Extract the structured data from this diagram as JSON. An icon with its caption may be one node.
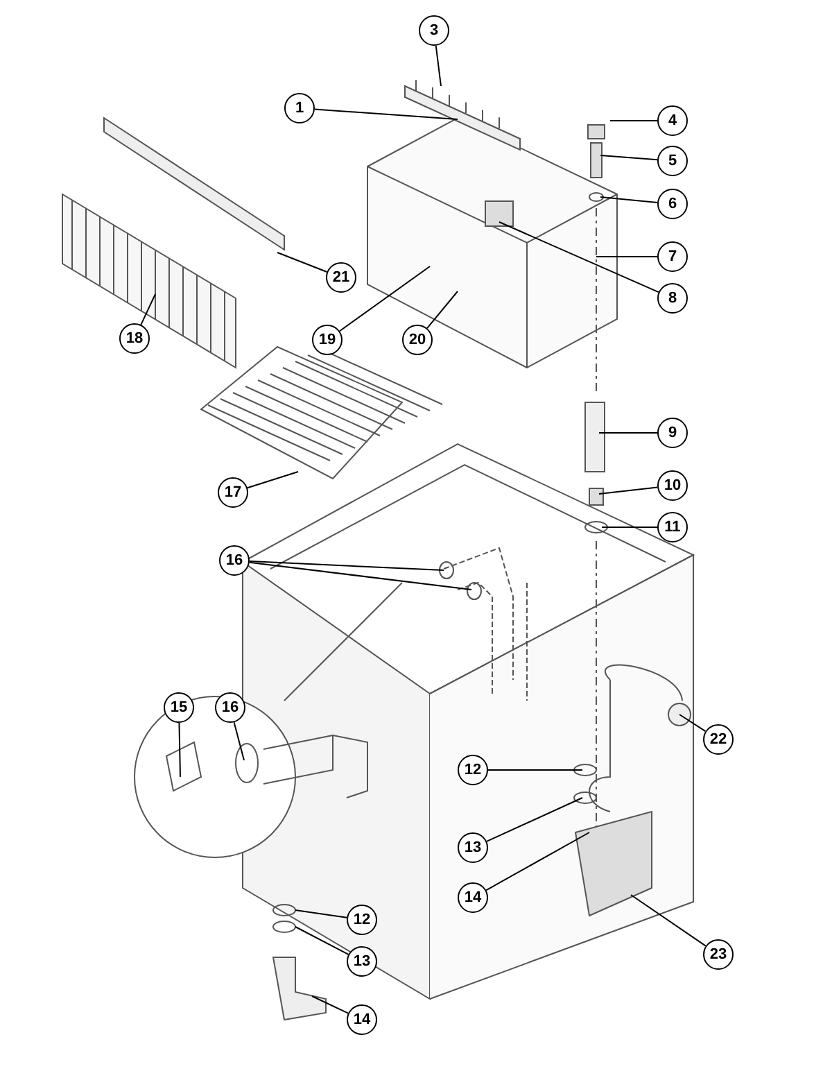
{
  "diagram": {
    "nodes": [
      {
        "text": [
          "3"
        ]
      },
      {
        "text": [
          "1"
        ]
      },
      {
        "text": [
          "4"
        ]
      },
      {
        "text": [
          "5"
        ]
      },
      {
        "text": [
          "6"
        ]
      },
      {
        "text": [
          "7"
        ]
      },
      {
        "text": [
          "21"
        ]
      },
      {
        "text": [
          "8"
        ]
      },
      {
        "text": [
          "18"
        ]
      },
      {
        "text": [
          "19"
        ]
      },
      {
        "text": [
          "20"
        ]
      },
      {
        "text": [
          "9"
        ]
      },
      {
        "text": [
          "17"
        ]
      },
      {
        "text": [
          "10"
        ]
      },
      {
        "text": [
          "11"
        ]
      },
      {
        "text": [
          "16"
        ]
      },
      {
        "text": [
          "15"
        ]
      },
      {
        "text": [
          "16"
        ]
      },
      {
        "text": [
          "22"
        ]
      },
      {
        "text": [
          "12"
        ]
      },
      {
        "text": [
          "13"
        ]
      },
      {
        "text": [
          "14"
        ]
      },
      {
        "text": [
          "12"
        ]
      },
      {
        "text": [
          "23"
        ]
      },
      {
        "text": [
          "13"
        ]
      },
      {
        "text": [
          "14"
        ]
      }
    ],
    "edges": [
      {
        "from": 0,
        "to": null,
        "arrow": "none"
      },
      {
        "from": 1,
        "to": null,
        "arrow": "none"
      },
      {
        "from": 2,
        "to": null,
        "arrow": "none"
      },
      {
        "from": 3,
        "to": null,
        "arrow": "none"
      },
      {
        "from": 4,
        "to": null,
        "arrow": "none"
      },
      {
        "from": 5,
        "to": null,
        "arrow": "none"
      },
      {
        "from": 6,
        "to": null,
        "arrow": "none"
      },
      {
        "from": 7,
        "to": null,
        "arrow": "none"
      },
      {
        "from": 8,
        "to": null,
        "arrow": "none"
      },
      {
        "from": 9,
        "to": null,
        "arrow": "none"
      },
      {
        "from": 10,
        "to": null,
        "arrow": "none"
      },
      {
        "from": 11,
        "to": null,
        "arrow": "none"
      },
      {
        "from": 12,
        "to": null,
        "arrow": "none"
      },
      {
        "from": 13,
        "to": null,
        "arrow": "none"
      },
      {
        "from": 14,
        "to": null,
        "arrow": "none"
      },
      {
        "from": 15,
        "to": null,
        "arrow": "none"
      },
      {
        "from": 15,
        "to": null,
        "arrow": "none"
      },
      {
        "from": 16,
        "to": null,
        "arrow": "none"
      },
      {
        "from": 17,
        "to": null,
        "arrow": "none"
      },
      {
        "from": 18,
        "to": null,
        "arrow": "none"
      },
      {
        "from": 19,
        "to": null,
        "arrow": "none"
      },
      {
        "from": 20,
        "to": null,
        "arrow": "none"
      },
      {
        "from": 21,
        "to": null,
        "arrow": "none"
      },
      {
        "from": 22,
        "to": null,
        "arrow": "none"
      },
      {
        "from": 23,
        "to": null,
        "arrow": "none"
      },
      {
        "from": 24,
        "to": null,
        "arrow": "none"
      },
      {
        "from": 25,
        "to": null,
        "arrow": "none"
      }
    ]
  }
}
